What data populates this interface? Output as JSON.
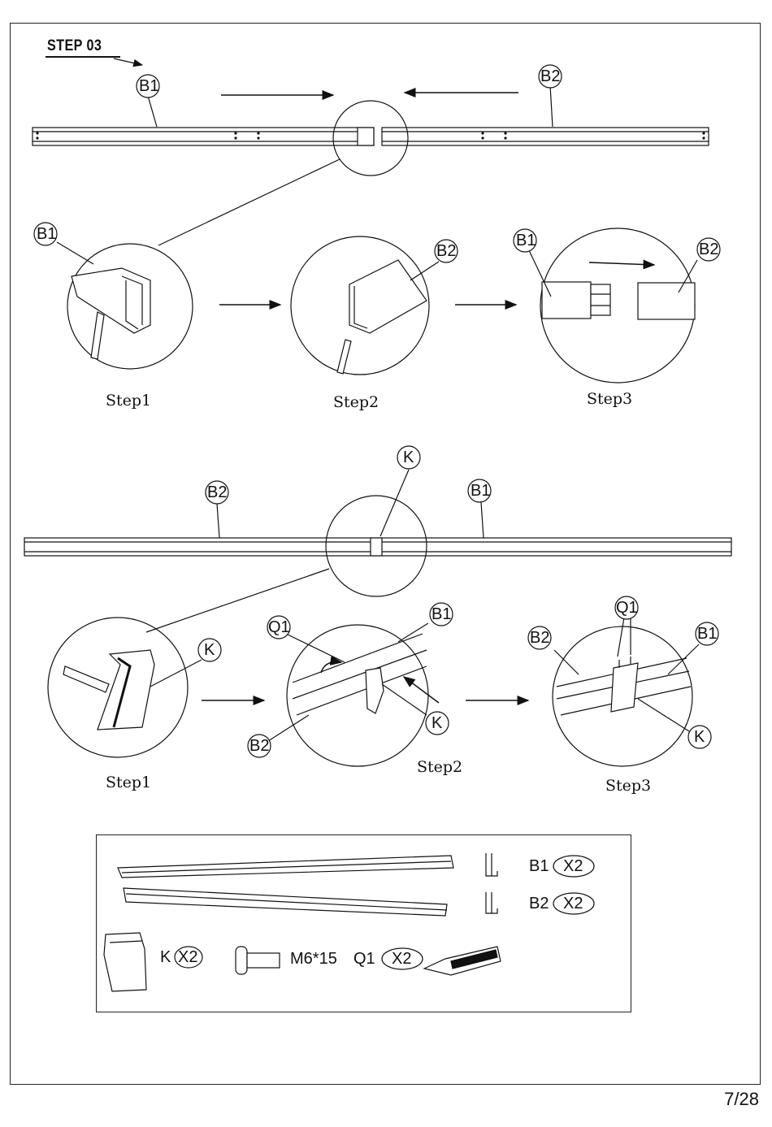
{
  "header": {
    "step_title": "STEP 03"
  },
  "labels": {
    "b1": "B1",
    "b2": "B2",
    "k": "K",
    "q1": "Q1"
  },
  "captions": {
    "top_step1": "Step1",
    "top_step2": "Step2",
    "top_step3": "Step3",
    "bottom_step1": "Step1",
    "bottom_step2": "Step2",
    "bottom_step3": "Step3"
  },
  "parts_list": {
    "b1_label": "B1",
    "b1_qty": "X2",
    "b2_label": "B2",
    "b2_qty": "X2",
    "k_label": "K",
    "k_qty": "X2",
    "q1_spec": "M6*15",
    "q1_label": "Q1",
    "q1_qty": "X2"
  },
  "footer": {
    "page_number": "7/28"
  }
}
